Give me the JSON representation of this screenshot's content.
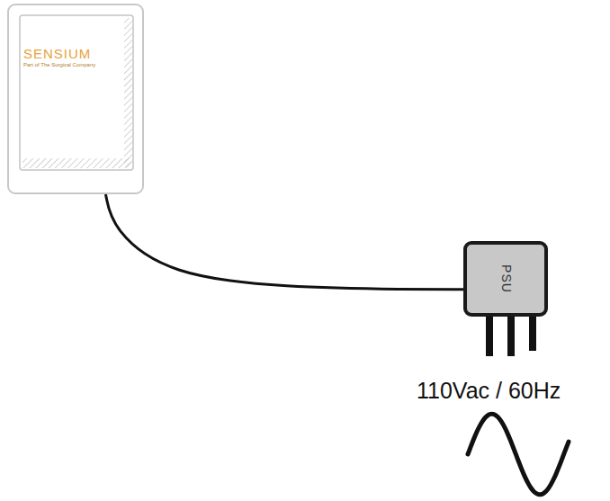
{
  "diagram": {
    "nodes": [
      {
        "text": [
          "SENSIUM",
          "Part of The Surgical Company"
        ]
      },
      {
        "text": [
          "PSU"
        ]
      }
    ],
    "edges": [
      {
        "from": 0,
        "to": 1,
        "arrow": "none"
      }
    ],
    "labels": [
      "110Vac / 60Hz"
    ]
  }
}
